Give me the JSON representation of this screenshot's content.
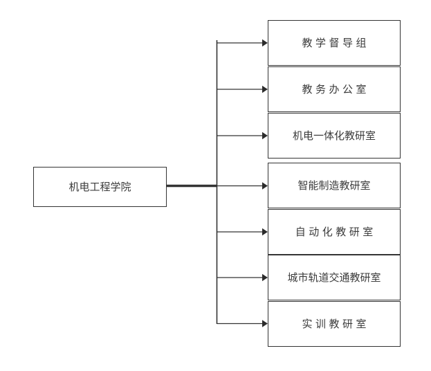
{
  "diagram": {
    "type": "organization-chart",
    "orientation": "left-to-right",
    "root": {
      "label": "机电工程学院",
      "spacing": "tight"
    },
    "children": [
      {
        "label": "教学督导组",
        "spacing": "spaced"
      },
      {
        "label": "教务办公室",
        "spacing": "spaced"
      },
      {
        "label": "机电一体化教研室",
        "spacing": "tight"
      },
      {
        "label": "智能制造教研室",
        "spacing": "tight"
      },
      {
        "label": "自动化教研室",
        "spacing": "spaced"
      },
      {
        "label": "城市轨道交通教研室",
        "spacing": "tight"
      },
      {
        "label": "实训教研室",
        "spacing": "spaced"
      }
    ],
    "colors": {
      "box_border": "#333333",
      "text": "#3b3b3b",
      "connector": "#333333",
      "background": "#ffffff"
    }
  }
}
